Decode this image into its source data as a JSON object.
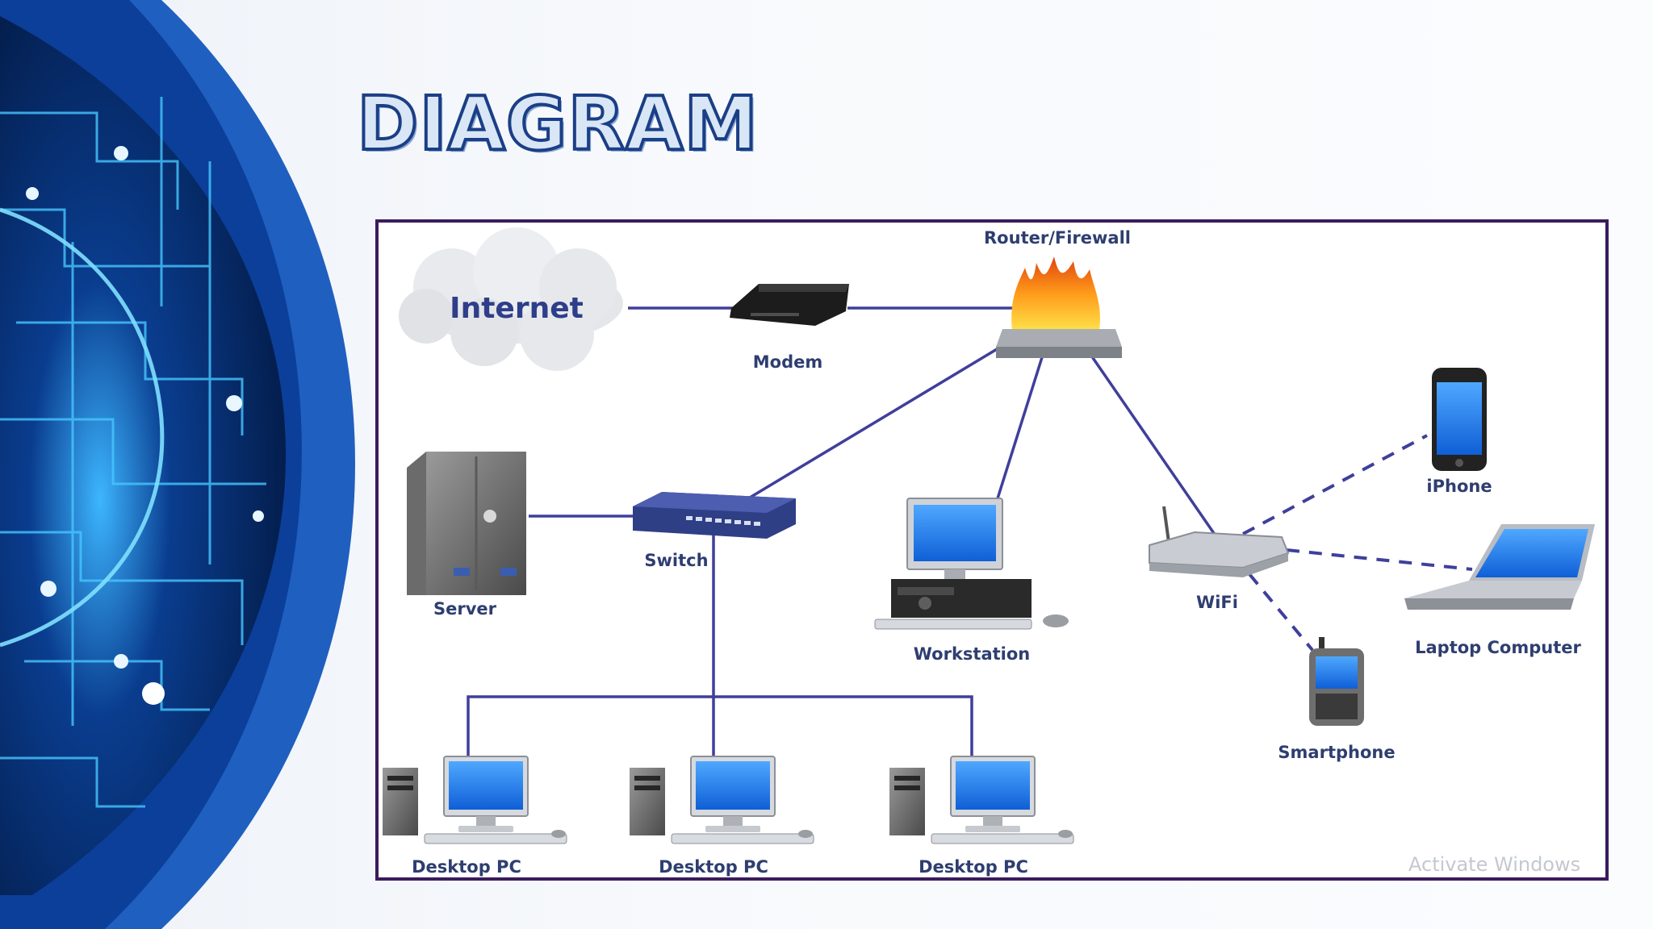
{
  "slide": {
    "title": "DIAGRAM"
  },
  "diagram": {
    "labels": {
      "internet": "Internet",
      "modem": "Modem",
      "router": "Router/Firewall",
      "server": "Server",
      "switch": "Switch",
      "workstation": "Workstation",
      "wifi": "WiFi",
      "iphone": "iPhone",
      "laptop": "Laptop Computer",
      "smartphone": "Smartphone",
      "desktop_1": "Desktop PC",
      "desktop_2": "Desktop PC",
      "desktop_3": "Desktop PC"
    },
    "colors": {
      "link": "#3f3f9c",
      "frame": "#3a1c5c"
    }
  },
  "watermark": "Activate Windows"
}
